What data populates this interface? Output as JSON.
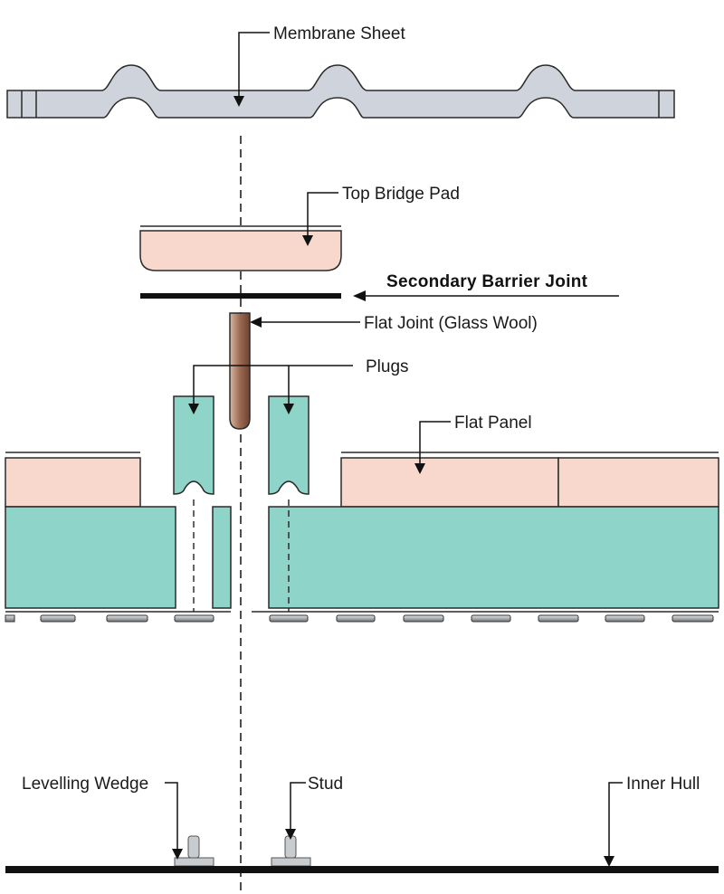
{
  "labels": {
    "membrane_sheet": "Membrane Sheet",
    "top_bridge_pad": "Top Bridge Pad",
    "secondary_barrier_joint": "Secondary Barrier Joint",
    "flat_joint": "Flat Joint (Glass Wool)",
    "plugs": "Plugs",
    "flat_panel": "Flat Panel",
    "levelling_wedge": "Levelling Wedge",
    "stud": "Stud",
    "inner_hull": "Inner Hull"
  },
  "colors": {
    "membrane": "#cfd3dc",
    "foam_pink": "#f8d8cc",
    "plywood_teal": "#8fd4c8",
    "glass_wool": "#b98e78",
    "steel_grey": "#c8cccf",
    "hull_black": "#111111"
  }
}
